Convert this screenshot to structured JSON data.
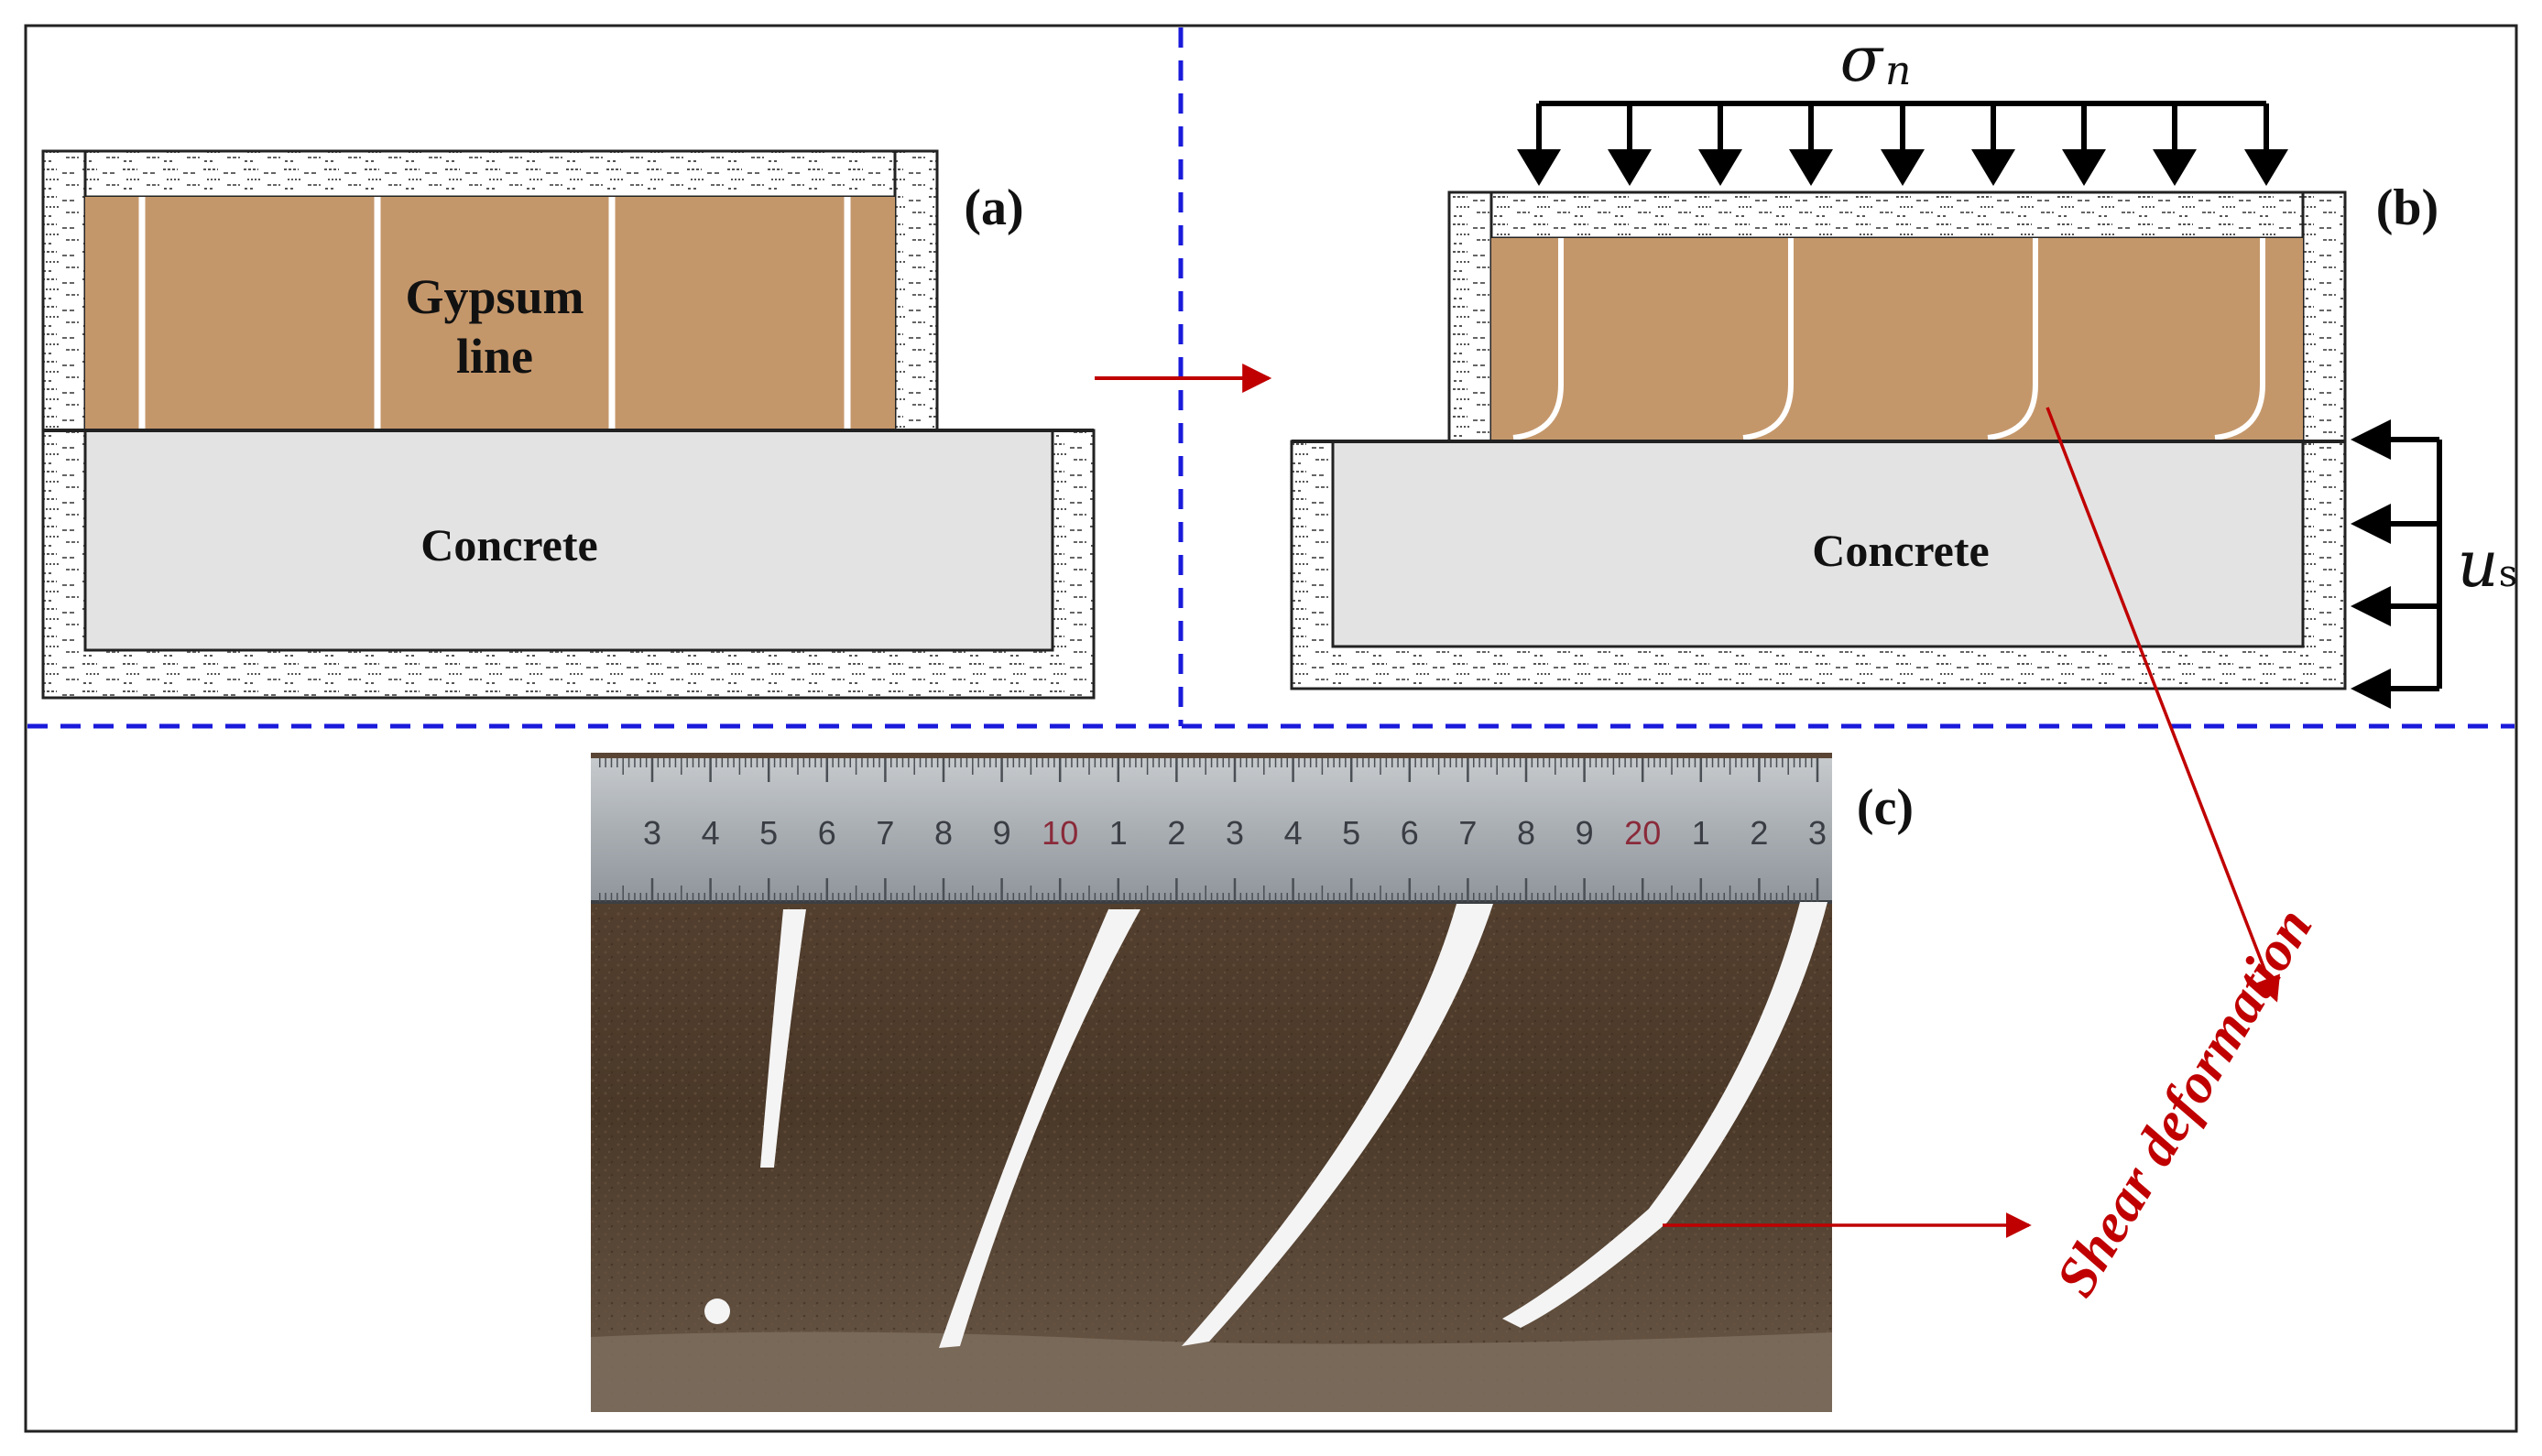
{
  "panel_a": {
    "label": "(a)",
    "soil_label_line1": "Gypsum",
    "soil_label_line2": "line",
    "concrete_label": "Concrete"
  },
  "panel_b": {
    "label": "(b)",
    "concrete_label": "Concrete",
    "normal_stress_symbol": "σ",
    "normal_stress_subscript": "n",
    "shear_disp_symbol": "u",
    "shear_disp_subscript": "s"
  },
  "panel_c": {
    "label": "(c)",
    "annotation": "Shear deformation",
    "ruler_ticks": [
      "3",
      "4",
      "5",
      "6",
      "7",
      "8",
      "9",
      "10",
      "1",
      "2",
      "3",
      "4",
      "5",
      "6",
      "7",
      "8",
      "9",
      "20",
      "1",
      "2",
      "3"
    ]
  },
  "colors": {
    "soil": "#c4976b",
    "concrete": "#e3e3e3",
    "divider": "#1a1adb",
    "arrow_red": "#c00000",
    "photo_soil": "#4e3b2c",
    "ruler": "#aeb3b8"
  }
}
